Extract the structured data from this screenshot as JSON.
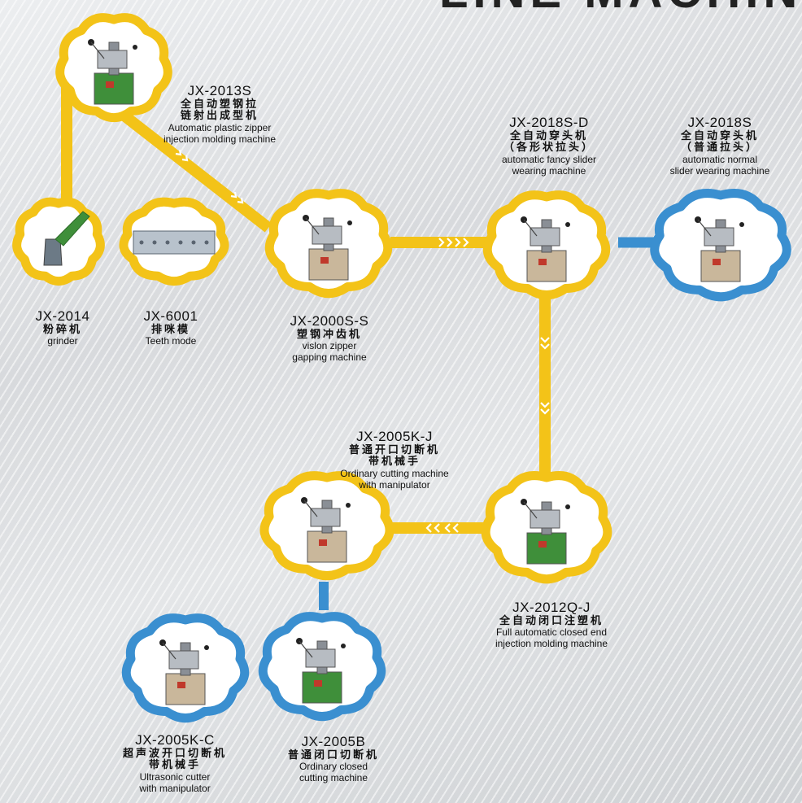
{
  "page_title": "LINE MACHINE",
  "machines": [
    {
      "id": "jx-2013s",
      "code": "JX-2013S",
      "cn": [
        "全自动塑钢拉",
        "链射出成型机"
      ],
      "en": [
        "Automatic plastic zipper",
        "injection molding machine"
      ],
      "frame": "yellow"
    },
    {
      "id": "jx-2014",
      "code": "JX-2014",
      "cn": [
        "粉碎机"
      ],
      "en": [
        "grinder"
      ],
      "frame": "yellow"
    },
    {
      "id": "jx-6001",
      "code": "JX-6001",
      "cn": [
        "排咪模"
      ],
      "en": [
        "Teeth mode"
      ],
      "frame": "yellow"
    },
    {
      "id": "jx-2000s-s",
      "code": "JX-2000S-S",
      "cn": [
        "塑钢冲齿机"
      ],
      "en": [
        "vislon zipper",
        "gapping machine"
      ],
      "frame": "yellow"
    },
    {
      "id": "jx-2018s-d",
      "code": "JX-2018S-D",
      "cn": [
        "全自动穿头机",
        "（各形状拉头）"
      ],
      "en": [
        "automatic fancy slider",
        "wearing machine"
      ],
      "frame": "yellow"
    },
    {
      "id": "jx-2018s",
      "code": "JX-2018S",
      "cn": [
        "全自动穿头机",
        "（普通拉头）"
      ],
      "en": [
        "automatic normal",
        "slider wearing machine"
      ],
      "frame": "blue"
    },
    {
      "id": "jx-2005k-j",
      "code": "JX-2005K-J",
      "cn": [
        "普通开口切断机",
        "带机械手"
      ],
      "en": [
        "Ordinary cutting machine",
        "with manipulator"
      ],
      "frame": "yellow"
    },
    {
      "id": "jx-2012q-j",
      "code": "JX-2012Q-J",
      "cn": [
        "全自动闭口注塑机"
      ],
      "en": [
        "Full automatic closed end",
        "injection molding machine"
      ],
      "frame": "yellow"
    },
    {
      "id": "jx-2005k-c",
      "code": "JX-2005K-C",
      "cn": [
        "超声波开口切断机",
        "带机械手"
      ],
      "en": [
        "Ultrasonic cutter",
        "with manipulator"
      ],
      "frame": "blue"
    },
    {
      "id": "jx-2005b",
      "code": "JX-2005B",
      "cn": [
        "普通闭口切断机"
      ],
      "en": [
        "Ordinary closed",
        "cutting machine"
      ],
      "frame": "blue"
    }
  ],
  "colors": {
    "yellow": "#f3c318",
    "blue": "#3a8fd0",
    "label": "#111111"
  }
}
